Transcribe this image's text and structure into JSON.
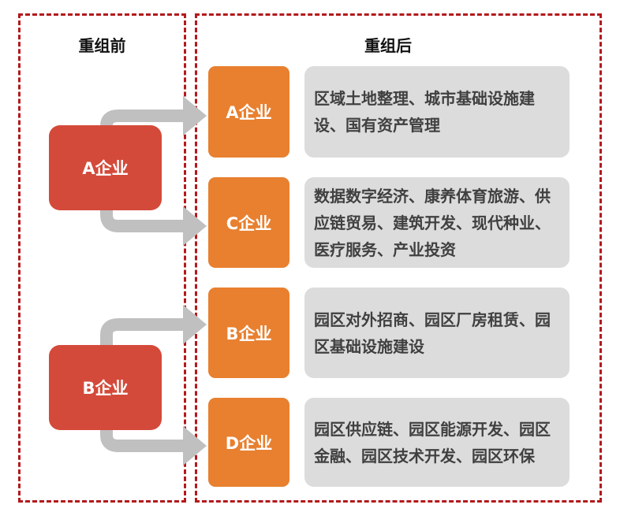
{
  "headers": {
    "before": "重组前",
    "after": "重组后"
  },
  "before": [
    "A企业",
    "B企业"
  ],
  "after": [
    {
      "name": "A企业",
      "desc": "区域土地整理、城市基础设施建设、国有资产管理"
    },
    {
      "name": "C企业",
      "desc": "数据数字经济、康养体育旅游、供应链贸易、建筑开发、现代种业、医疗服务、产业投资"
    },
    {
      "name": "B企业",
      "desc": "园区对外招商、园区厂房租赁、园区基础设施建设"
    },
    {
      "name": "D企业",
      "desc": "园区供应链、园区能源开发、园区金融、园区技术开发、园区环保"
    }
  ],
  "colors": {
    "before": "#d44a3a",
    "after": "#e8802f",
    "desc_bg": "#dcdcdc",
    "arrow": "#c0c0c0",
    "border": "#b3191c"
  }
}
